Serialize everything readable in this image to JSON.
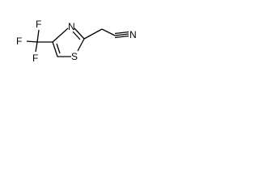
{
  "molecule": {
    "atoms": {
      "f_upper": "F",
      "f_left": "F",
      "f_lower": "F",
      "n_ring": "N",
      "s_ring": "S",
      "n_nitrile": "N"
    }
  }
}
